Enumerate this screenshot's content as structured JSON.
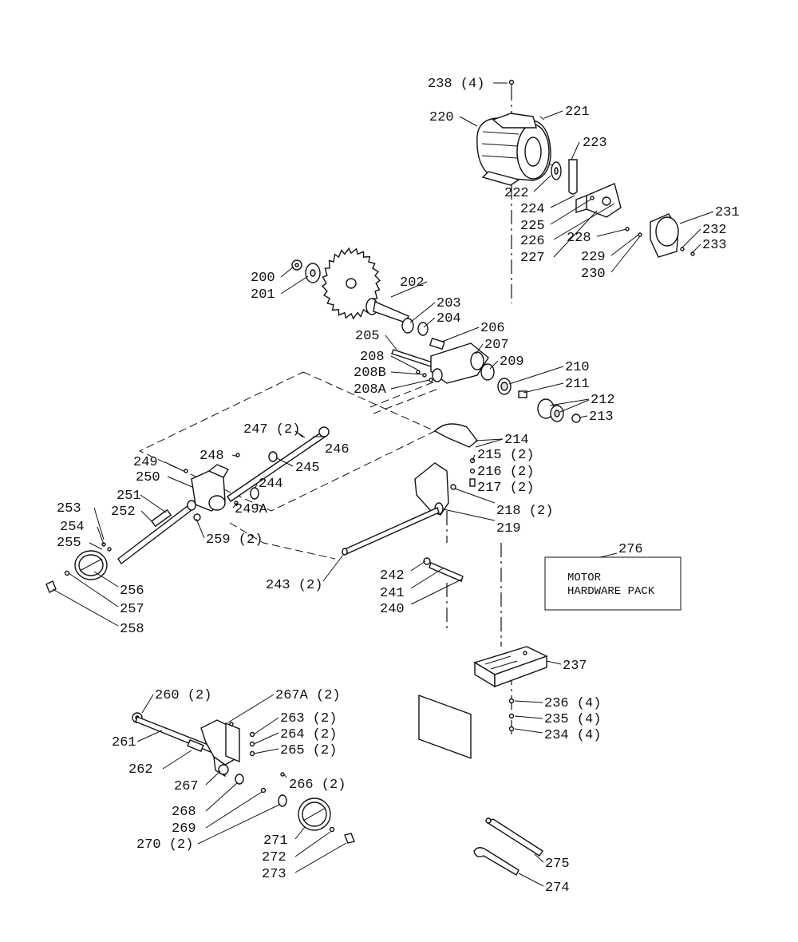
{
  "labels": {
    "l238": "238 (4)",
    "l221": "221",
    "l220": "220",
    "l223": "223",
    "l222": "222",
    "l224": "224",
    "l225": "225",
    "l226": "226",
    "l227": "227",
    "l228": "228",
    "l229": "229",
    "l230": "230",
    "l231": "231",
    "l232": "232",
    "l233": "233",
    "l200": "200",
    "l201": "201",
    "l202": "202",
    "l203": "203",
    "l204": "204",
    "l205": "205",
    "l206": "206",
    "l207": "207",
    "l208": "208",
    "l208B": "208B",
    "l208A": "208A",
    "l209": "209",
    "l210": "210",
    "l211": "211",
    "l212": "212",
    "l213": "213",
    "l247": "247 (2)",
    "l246": "246",
    "l248": "248",
    "l249": "249",
    "l245": "245",
    "l250": "250",
    "l244": "244",
    "l251": "251",
    "l249A": "249A",
    "l252": "252",
    "l253": "253",
    "l254": "254",
    "l255": "255",
    "l259": "259 (2)",
    "l256": "256",
    "l257": "257",
    "l258": "258",
    "l214": "214",
    "l215": "215 (2)",
    "l216": "216 (2)",
    "l217": "217 (2)",
    "l218": "218 (2)",
    "l219": "219",
    "l243": "243 (2)",
    "l242": "242",
    "l241": "241",
    "l240": "240",
    "l237": "237",
    "l236": "236 (4)",
    "l235": "235 (4)",
    "l234": "234 (4)",
    "l260": "260 (2)",
    "l267A": "267A (2)",
    "l263": "263 (2)",
    "l264": "264 (2)",
    "l265": "265 (2)",
    "l261": "261",
    "l262": "262",
    "l267": "267",
    "l266": "266 (2)",
    "l268": "268",
    "l269": "269",
    "l270": "270 (2)",
    "l271": "271",
    "l272": "272",
    "l273": "273",
    "l275": "275",
    "l274": "274",
    "l276": "276"
  },
  "hardware_pack": {
    "line1": "MOTOR",
    "line2": "HARDWARE PACK"
  }
}
